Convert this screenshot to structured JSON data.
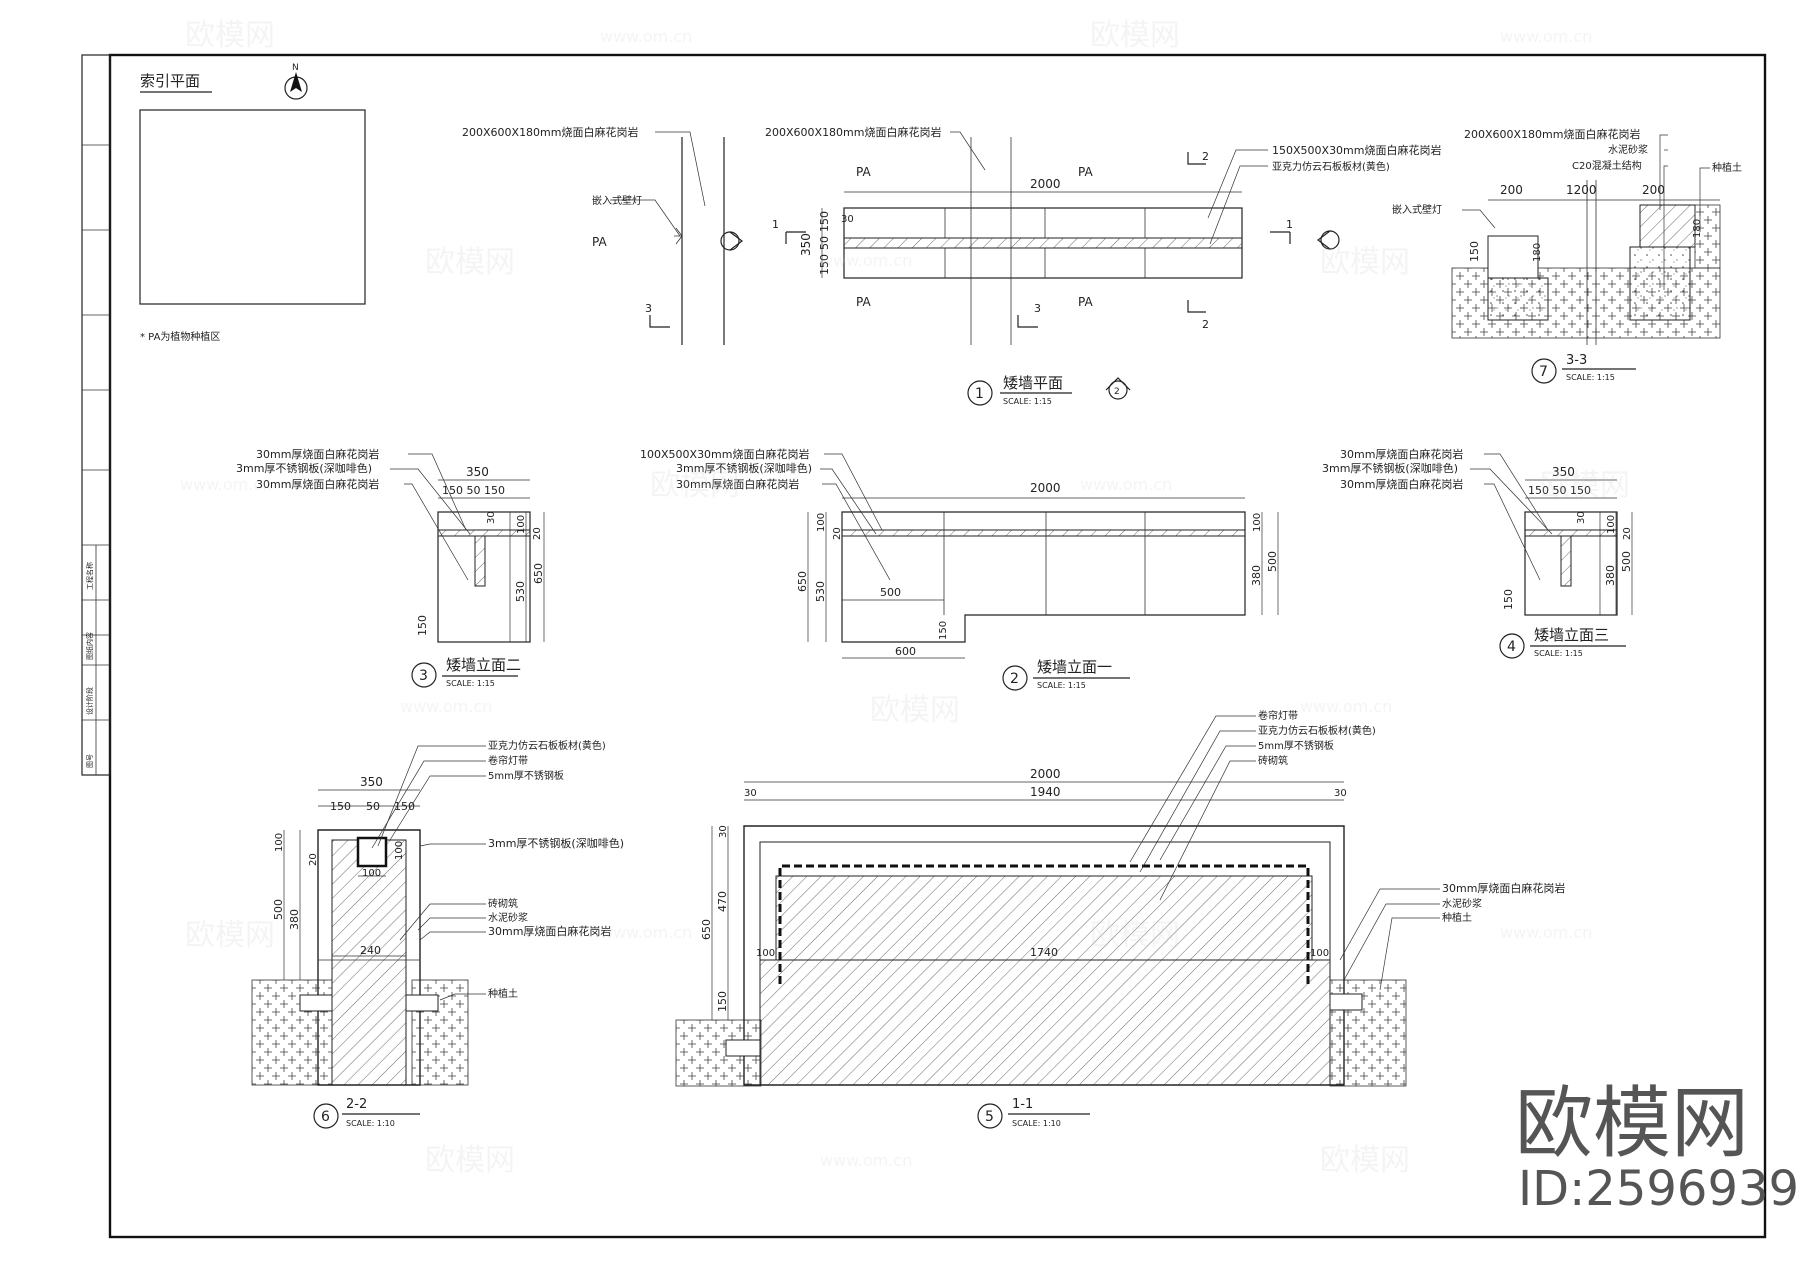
{
  "index_plan": {
    "title": "索引平面",
    "note": "* PA为植物种植区",
    "north": "N"
  },
  "plan": {
    "title": "矮墙平面",
    "scale": "SCALE:  1:15",
    "number": "1",
    "callouts": {
      "paving_left": "200X600X180mm烧面白麻花岗岩",
      "paving_mid": "200X600X180mm烧面白麻花岗岩",
      "cap": "150X500X30mm烧面白麻花岗岩",
      "acrylic": "亚克力仿云石板板材(黄色)",
      "wall_lamp": "嵌入式壁灯"
    },
    "labels": {
      "pa": "PA",
      "len": "2000",
      "d350": "350",
      "d150a": "150",
      "d50": "50",
      "d150b": "150",
      "d30": "30",
      "sec1": "1",
      "sec2": "2",
      "sec3": "3",
      "elev3": "3",
      "elev2": "2"
    }
  },
  "sec33": {
    "title": "3-3",
    "scale": "SCALE:  1:15",
    "number": "7",
    "callouts": {
      "paving": "200X600X180mm烧面白麻花岗岩",
      "mortar": "水泥砂浆",
      "c20": "C20混凝土结构",
      "soil": "种植土",
      "lamp": "嵌入式壁灯"
    },
    "dims": {
      "a": "200",
      "b": "1200",
      "c": "200",
      "h150": "150",
      "h180a": "180",
      "h180b": "180"
    }
  },
  "elev2": {
    "title": "矮墙立面二",
    "scale": "SCALE:  1:15",
    "number": "3",
    "callouts": {
      "a": "30mm厚烧面白麻花岗岩",
      "b": "3mm厚不锈钢板(深咖啡色)",
      "c": "30mm厚烧面白麻花岗岩"
    },
    "dims": {
      "w": "350",
      "parts": "150 50 150",
      "d30": "30",
      "d100": "100",
      "d20": "20",
      "d530": "530",
      "d650": "650",
      "d150": "150"
    }
  },
  "elev1": {
    "title": "矮墙立面一",
    "scale": "SCALE:  1:15",
    "number": "2",
    "callouts": {
      "a": "100X500X30mm烧面白麻花岗岩",
      "b": "3mm厚不锈钢板(深咖啡色)",
      "c": "30mm厚烧面白麻花岗岩"
    },
    "dims": {
      "w": "2000",
      "d500": "500",
      "d600": "600",
      "d150": "150",
      "d650": "650",
      "d530": "530",
      "d100": "100",
      "d20": "20",
      "d380": "380",
      "d500r": "500",
      "d100r": "100"
    }
  },
  "elev3": {
    "title": "矮墙立面三",
    "scale": "SCALE:  1:15",
    "number": "4",
    "callouts": {
      "a": "30mm厚烧面白麻花岗岩",
      "b": "3mm厚不锈钢板(深咖啡色)",
      "c": "30mm厚烧面白麻花岗岩"
    },
    "dims": {
      "w": "350",
      "parts": "150 50 150",
      "d30": "30",
      "d100": "100",
      "d20": "20",
      "d380": "380",
      "d500": "500",
      "d150": "150"
    }
  },
  "sec22": {
    "title": "2-2",
    "scale": "SCALE:  1:10",
    "number": "6",
    "callouts": {
      "acrylic": "亚克力仿云石板板材(黄色)",
      "led": "卷帘灯带",
      "steel5": "5mm厚不锈钢板",
      "steel3": "3mm厚不锈钢板(深咖啡色)",
      "brick": "砖砌筑",
      "mortar": "水泥砂浆",
      "granite": "30mm厚烧面白麻花岗岩",
      "soil": "种植土"
    },
    "dims": {
      "w": "350",
      "a": "150",
      "b": "50",
      "c": "150",
      "d100": "100",
      "d20": "20",
      "d100b": "100",
      "d500": "500",
      "d380": "380",
      "d240": "240",
      "d100c": "100"
    }
  },
  "sec11": {
    "title": "1-1",
    "scale": "SCALE:  1:10",
    "number": "5",
    "callouts": {
      "led": "卷帘灯带",
      "acrylic": "亚克力仿云石板板材(黄色)",
      "steel5": "5mm厚不锈钢板",
      "brick": "砖砌筑",
      "granite": "30mm厚烧面白麻花岗岩",
      "mortar": "水泥砂浆",
      "soil": "种植土"
    },
    "dims": {
      "w": "2000",
      "inner": "1940",
      "l30": "30",
      "r30": "30",
      "d30": "30",
      "d650": "650",
      "d470": "470",
      "d150": "150",
      "d100l": "100",
      "d1740": "1740",
      "d100r": "100"
    }
  },
  "title_block": {
    "t1": "工程名称",
    "t2": "图纸内容",
    "t3": "设计阶段",
    "t4": "图号"
  },
  "watermark": {
    "brand": "欧模网",
    "url": "www.om.cn",
    "id": "ID:2596939"
  }
}
